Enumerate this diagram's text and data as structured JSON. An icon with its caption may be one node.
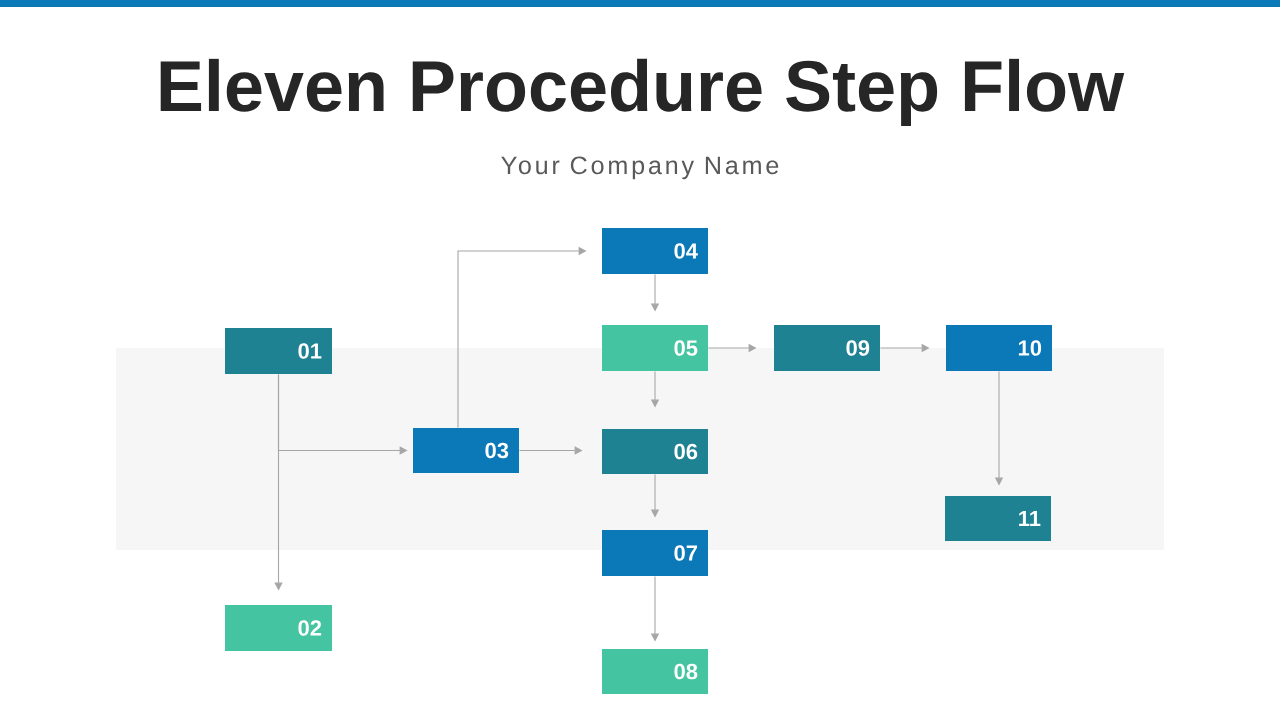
{
  "diagram": {
    "title": "Eleven Procedure Step Flow",
    "nodes": [
      {
        "text": [
          "01"
        ]
      },
      {
        "text": [
          "02"
        ]
      },
      {
        "text": [
          "03"
        ]
      },
      {
        "text": [
          "04"
        ]
      },
      {
        "text": [
          "05"
        ]
      },
      {
        "text": [
          "06"
        ]
      },
      {
        "text": [
          "07"
        ]
      },
      {
        "text": [
          "08"
        ]
      },
      {
        "text": [
          "09"
        ]
      },
      {
        "text": [
          "10"
        ]
      },
      {
        "text": [
          "11"
        ]
      }
    ],
    "edges": [
      {
        "from": 0,
        "to": 1,
        "arrow": "to"
      },
      {
        "from": 0,
        "to": 2,
        "arrow": "to"
      },
      {
        "from": 2,
        "to": 3,
        "arrow": "to"
      },
      {
        "from": 2,
        "to": 5,
        "arrow": "to"
      },
      {
        "from": 3,
        "to": 4,
        "arrow": "to"
      },
      {
        "from": 4,
        "to": 5,
        "arrow": "to"
      },
      {
        "from": 4,
        "to": 8,
        "arrow": "to"
      },
      {
        "from": 8,
        "to": 9,
        "arrow": "to"
      },
      {
        "from": 9,
        "to": 10,
        "arrow": "to"
      },
      {
        "from": 5,
        "to": 6,
        "arrow": "to"
      },
      {
        "from": 6,
        "to": 7,
        "arrow": "to"
      }
    ],
    "labels": [
      "Your Company Name"
    ]
  }
}
